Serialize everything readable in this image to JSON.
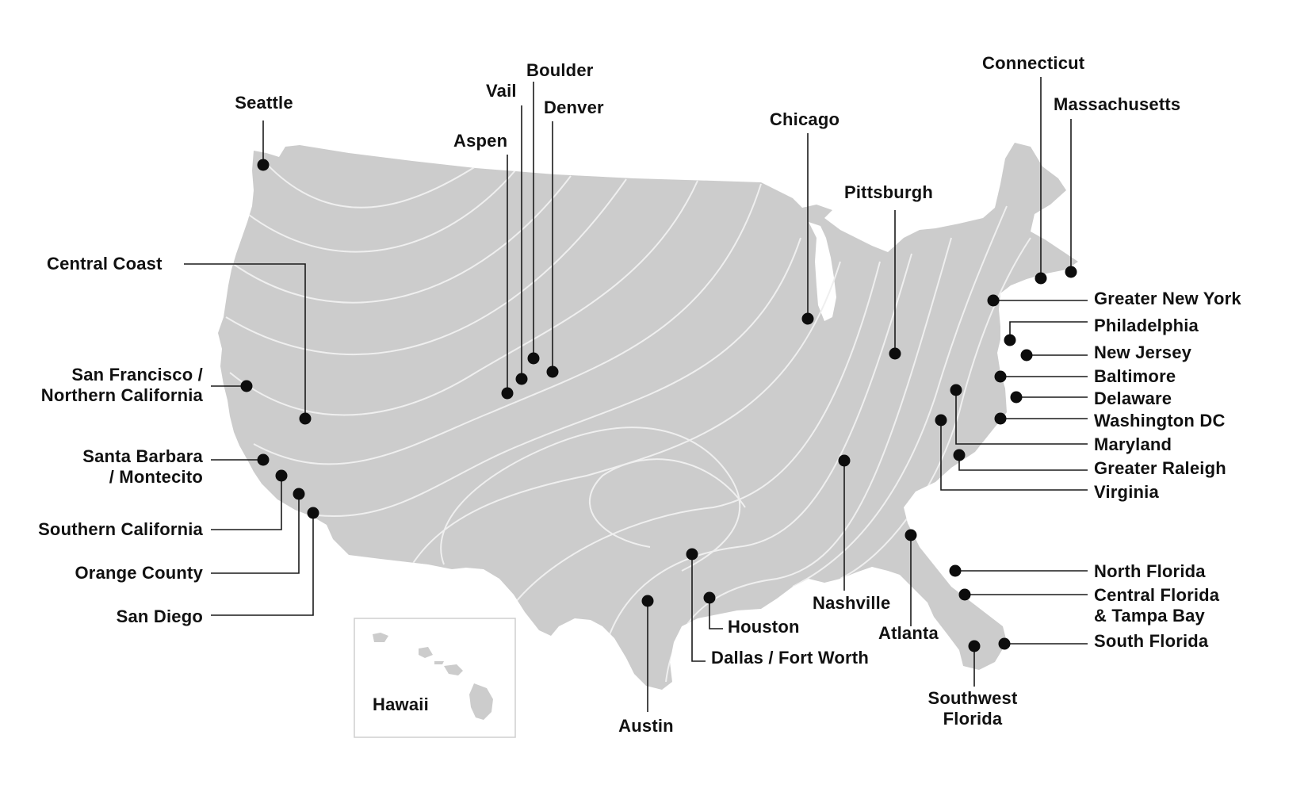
{
  "map": {
    "land_color": "#cccccc",
    "contour_color": "#efefef",
    "marker_color": "#0d0d0d",
    "leader_color": "#1a1a1a",
    "inset_border_color": "#cfcfcf"
  },
  "inset": {
    "label": "Hawaii"
  },
  "locations": {
    "seattle": {
      "label": "Seattle"
    },
    "central_coast": {
      "label": "Central Coast"
    },
    "san_francisco": {
      "line1": "San Francisco /",
      "line2": "Northern California"
    },
    "santa_barbara": {
      "line1": "Santa Barbara",
      "line2": "/ Montecito"
    },
    "southern_california": {
      "label": "Southern California"
    },
    "orange_county": {
      "label": "Orange County"
    },
    "san_diego": {
      "label": "San Diego"
    },
    "aspen": {
      "label": "Aspen"
    },
    "vail": {
      "label": "Vail"
    },
    "boulder": {
      "label": "Boulder"
    },
    "denver": {
      "label": "Denver"
    },
    "chicago": {
      "label": "Chicago"
    },
    "pittsburgh": {
      "label": "Pittsburgh"
    },
    "connecticut": {
      "label": "Connecticut"
    },
    "massachusetts": {
      "label": "Massachusetts"
    },
    "greater_new_york": {
      "label": "Greater New York"
    },
    "philadelphia": {
      "label": "Philadelphia"
    },
    "new_jersey": {
      "label": "New Jersey"
    },
    "baltimore": {
      "label": "Baltimore"
    },
    "delaware": {
      "label": "Delaware"
    },
    "washington_dc": {
      "label": "Washington DC"
    },
    "maryland": {
      "label": "Maryland"
    },
    "greater_raleigh": {
      "label": "Greater Raleigh"
    },
    "virginia": {
      "label": "Virginia"
    },
    "nashville": {
      "label": "Nashville"
    },
    "atlanta": {
      "label": "Atlanta"
    },
    "north_florida": {
      "label": "North Florida"
    },
    "central_florida": {
      "line1": "Central Florida",
      "line2": "& Tampa Bay"
    },
    "south_florida": {
      "label": "South Florida"
    },
    "southwest_florida": {
      "line1": "Southwest",
      "line2": "Florida"
    },
    "houston": {
      "label": "Houston"
    },
    "dallas": {
      "label": "Dallas / Fort Worth"
    },
    "austin": {
      "label": "Austin"
    }
  }
}
